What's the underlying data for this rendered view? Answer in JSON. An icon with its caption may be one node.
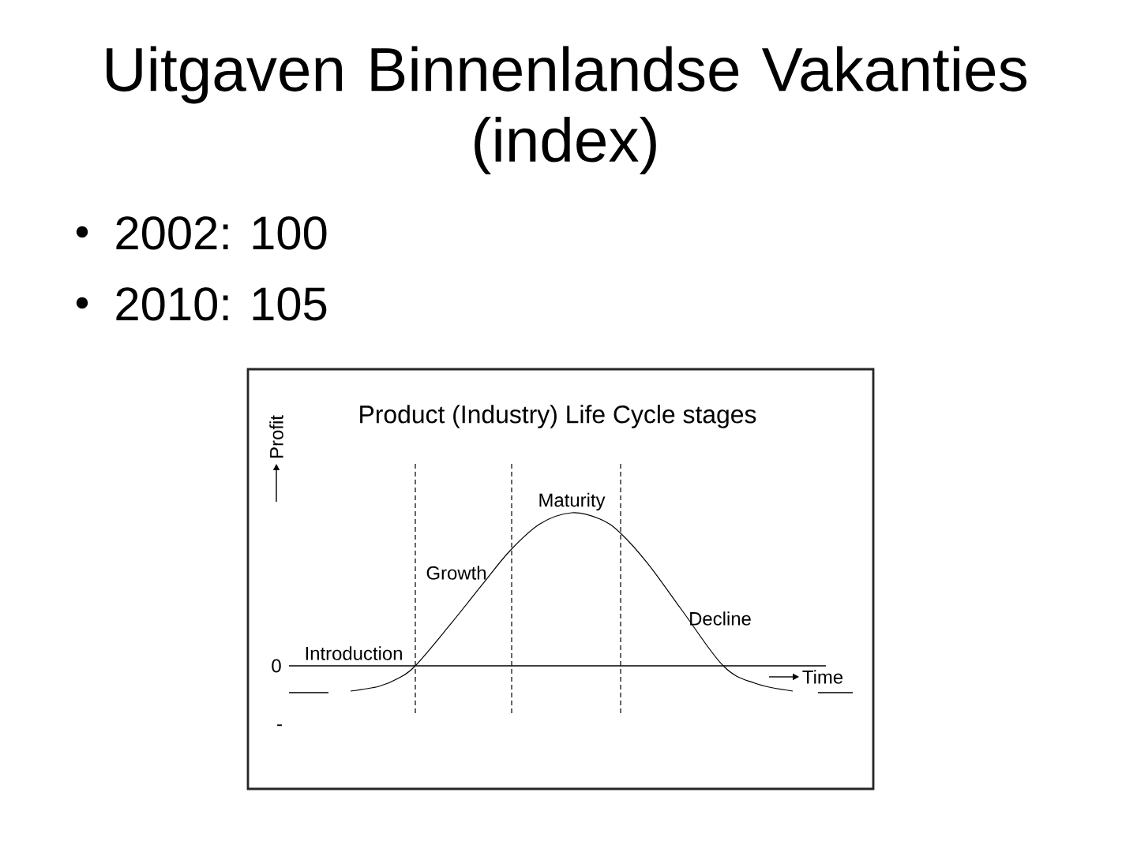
{
  "diagram": {
    "title": "Uitgaven Binnenlandse Vakanties (index)",
    "labels": [
      "2002: 100",
      "2010: 105",
      "Product (Industry) Life Cycle stages",
      "Profit",
      "Maturity",
      "Growth",
      "Decline",
      "Introduction",
      "0",
      "Time",
      "-"
    ]
  }
}
